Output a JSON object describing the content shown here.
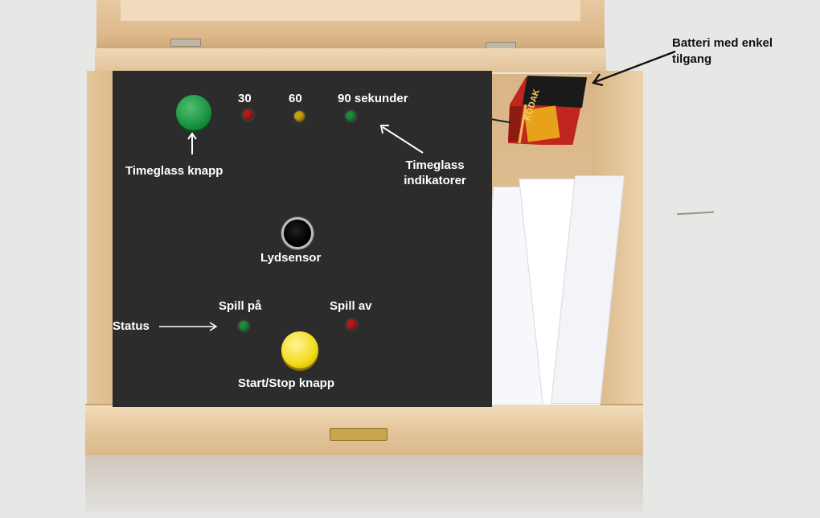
{
  "panel": {
    "timer_labels": [
      "30",
      "60",
      "90 sekunder"
    ],
    "timer_button_label": "Timeglass knapp",
    "timer_indicators_label": "Timeglass\nindikatorer",
    "sound_sensor_label": "Lydsensor",
    "game_on_label": "Spill på",
    "game_off_label": "Spill av",
    "status_label": "Status",
    "start_stop_label": "Start/Stop knapp"
  },
  "annotations": {
    "battery_label": "Batteri med enkel tilgang"
  },
  "battery": {
    "brand": "KODAK"
  },
  "colors": {
    "panel": "#2c2c2c",
    "wood": "#e2c29a",
    "led_red": "#b11a1a",
    "led_yellow": "#c9a210",
    "led_green": "#1e8a3a",
    "button_green": "#128a3a",
    "button_yellow": "#f2db17"
  }
}
